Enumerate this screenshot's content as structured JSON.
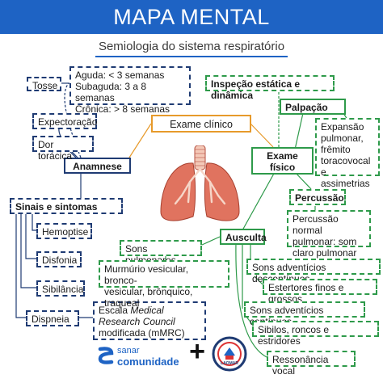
{
  "header": {
    "title": "MAPA MENTAL"
  },
  "subtitle": "Semiologia do sistema respiratório",
  "center": {
    "label": "Exame clínico"
  },
  "anamnese": {
    "label": "Anamnese",
    "tosse": "Tosse",
    "tosse_types": [
      "Aguda: < 3 semanas",
      "Subaguda: 3 a 8 semanas",
      "Crônica: > 8 semanas"
    ],
    "expectoracao": "Expectoração",
    "dor": "Dor torácica",
    "sinais": "Sinais e sintomas",
    "hemoptise": "Hemoptise",
    "disfonia": "Disfonia",
    "sibilancia": "Sibilância",
    "dispneia": "Dispneia",
    "escala": [
      "Escala ",
      "Medical",
      "Research Council",
      "modificada (mMRC)"
    ]
  },
  "exame_fisico": {
    "label": [
      "Exame",
      "físico"
    ],
    "inspecao": "Inspeção estática e dinâmica",
    "palpacao": "Palpação",
    "palpacao_items": [
      "Expansão",
      "pulmonar,",
      "frêmito",
      "toracovocal",
      "e assimetrias"
    ],
    "percussao": "Percussão",
    "percussao_items": [
      "Percussão normal",
      "pulmonar: som",
      "claro pulmonar"
    ],
    "ausculta": "Ausculta",
    "sons_pulmonares": "Sons pulmonares",
    "sons_pulm_items": [
      "Murmúrio vesicular, bronco-",
      "vesicular, brônquico, traqueal"
    ],
    "descontinuos": "Sons adventícios descontínuos",
    "estertores": "Estertores finos e grossos",
    "continuos": "Sons adventícios contínuos",
    "sibilos": "Sibilos, roncos e estridores",
    "ressonancia": "Ressonância vocal"
  },
  "footer": {
    "brand_line1": "sanar",
    "brand_line2": "comunidade",
    "plus": "+",
    "seal_text": "LAOMAR"
  },
  "colors": {
    "blue": "#1e63c4",
    "navy": "#1f3b73",
    "green": "#2e9a4a",
    "orange": "#e79a2b",
    "lung": "#e0735f"
  }
}
